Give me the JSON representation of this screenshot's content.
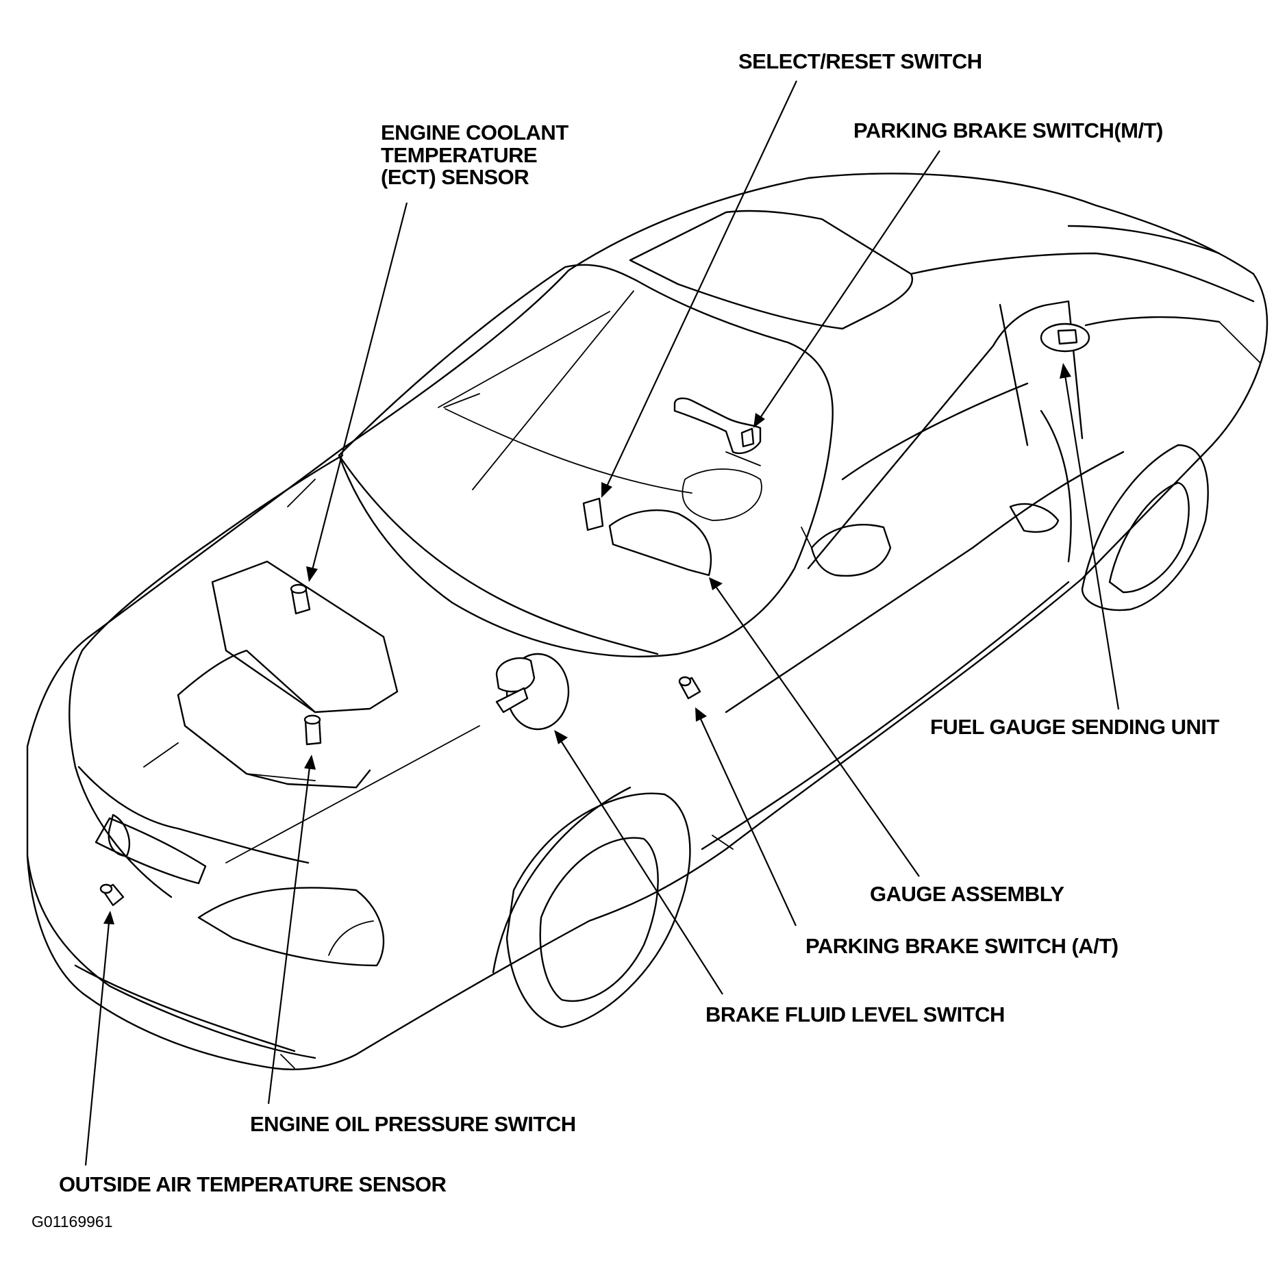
{
  "diagram": {
    "labels": {
      "select_reset_switch": "SELECT/RESET SWITCH",
      "parking_brake_switch_mt": "PARKING BRAKE SWITCH(M/T)",
      "ect_sensor_line1": "ENGINE COOLANT",
      "ect_sensor_line2": "TEMPERATURE",
      "ect_sensor_line3": "(ECT) SENSOR",
      "fuel_gauge_sending_unit": "FUEL GAUGE SENDING UNIT",
      "gauge_assembly": "GAUGE ASSEMBLY",
      "parking_brake_switch_at": "PARKING BRAKE SWITCH (A/T)",
      "brake_fluid_level_switch": "BRAKE FLUID LEVEL SWITCH",
      "engine_oil_pressure_switch": "ENGINE OIL PRESSURE SWITCH",
      "outside_air_temperature_sensor": "OUTSIDE AIR TEMPERATURE SENSOR"
    },
    "figure_code": "G01169961"
  }
}
